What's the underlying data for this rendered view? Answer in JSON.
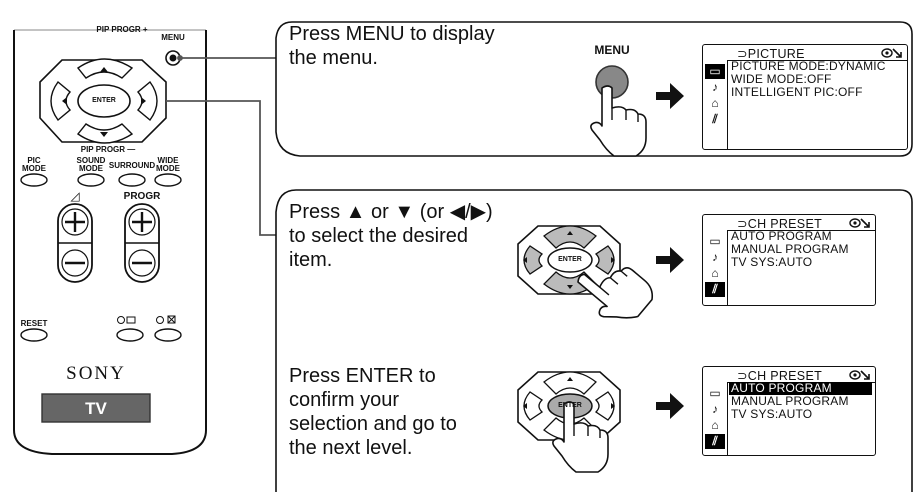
{
  "remote": {
    "labels": {
      "pip_plus": "PIP PROGR +",
      "menu": "MENU",
      "enter": "ENTER",
      "pip_minus": "PIP PROGR —",
      "pic_mode_1": "PIC",
      "pic_mode_2": "MODE",
      "sound_mode_1": "SOUND",
      "sound_mode_2": "MODE",
      "surround": "SURROUND",
      "wide_mode_1": "WIDE",
      "wide_mode_2": "MODE",
      "volume_symbol": "◿",
      "progr": "PROGR",
      "reset": "RESET",
      "brand": "SONY",
      "tv": "TV"
    }
  },
  "steps": [
    {
      "text_lines": [
        "Press MENU to display",
        "the menu."
      ],
      "button_label": "MENU",
      "osd": {
        "title": "⊃PICTURE",
        "rows": [
          "PICTURE MODE:DYNAMIC",
          "WIDE MODE:OFF",
          "INTELLIGENT PIC:OFF"
        ],
        "selected_row": -1,
        "active_icon": 0
      }
    },
    {
      "text_lines": [
        "Press ▲ or ▼ (or ◀/▶)",
        "to select the desired",
        "item."
      ],
      "enter_label": "ENTER",
      "osd": {
        "title": "⊃CH PRESET",
        "rows": [
          "AUTO PROGRAM",
          "MANUAL PROGRAM",
          "TV SYS:AUTO"
        ],
        "selected_row": -1,
        "active_icon": 3
      }
    },
    {
      "text_lines": [
        "Press ENTER to",
        "confirm your",
        "selection and go to",
        "the next level."
      ],
      "enter_label": "ENTER",
      "osd": {
        "title": "⊃CH PRESET",
        "rows": [
          "AUTO PROGRAM",
          "MANUAL PROGRAM",
          "TV SYS:AUTO"
        ],
        "selected_row": 0,
        "active_icon": 3
      }
    }
  ],
  "icons": [
    "picture-icon",
    "sound-icon",
    "features-icon",
    "channel-preset-icon"
  ]
}
